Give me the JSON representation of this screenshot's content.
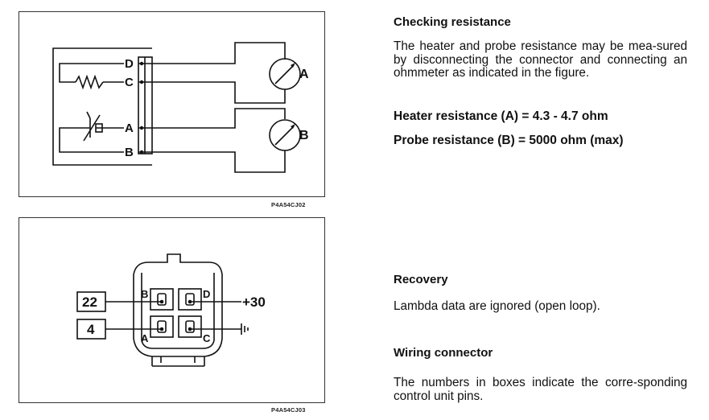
{
  "figure1": {
    "pins": [
      "D",
      "C",
      "A",
      "B"
    ],
    "meter_a": "A",
    "meter_b": "B",
    "code": "P4A54CJ02"
  },
  "figure2": {
    "box_22": "22",
    "box_4": "4",
    "pin_b": "B",
    "pin_d": "D",
    "pin_a": "A",
    "pin_c": "C",
    "supply": "+30",
    "code": "P4A54CJ03"
  },
  "section_checking": {
    "title": "Checking resistance",
    "body": "The heater and probe resistance may be mea-sured by disconnecting the connector and connecting an ohmmeter as indicated in the figure.",
    "heater": "Heater resistance (A) = 4.3 - 4.7 ohm",
    "probe": "Probe resistance (B) = 5000 ohm (max)"
  },
  "section_recovery": {
    "title": "Recovery",
    "body": "Lambda data are ignored (open loop)."
  },
  "section_wiring": {
    "title": "Wiring connector",
    "body": "The numbers in boxes indicate the corre-sponding control unit pins."
  }
}
